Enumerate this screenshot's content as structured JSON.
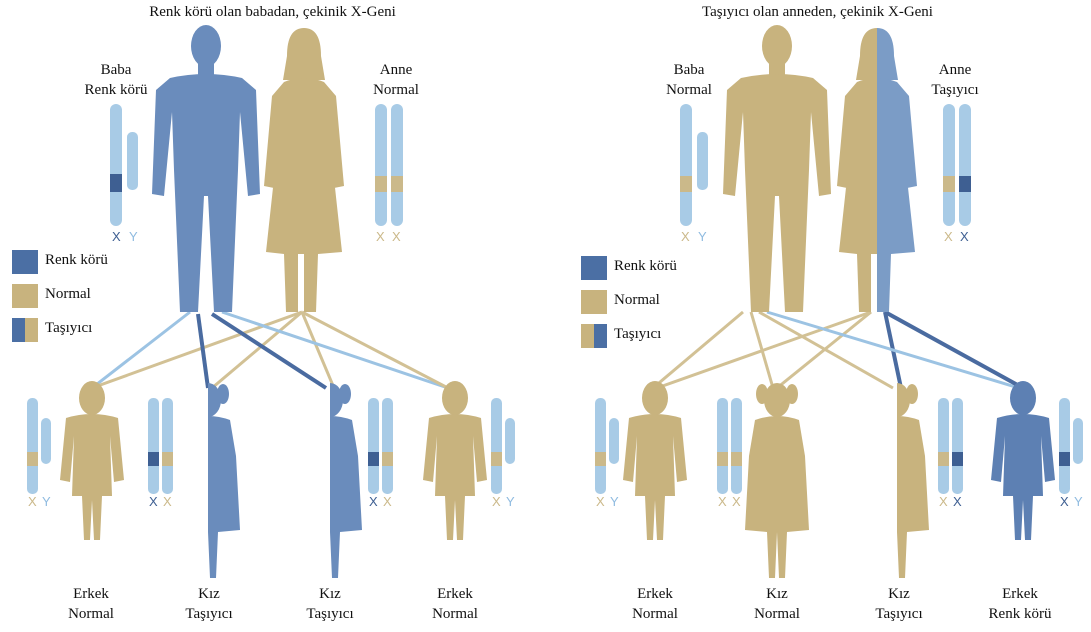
{
  "colors": {
    "affected": "#4b6fa4",
    "affected_mid": "#6689b8",
    "normal": "#c8b37e",
    "chromosome": "#a8cbe6",
    "chromosome_band": "#cbb98a",
    "gene_affected": "#3e5f92",
    "line_light": "#9cc3e3",
    "line_tan": "#d2c195",
    "line_dark": "#4a6ba0"
  },
  "left_panel": {
    "title": "Renk körü olan babadan, çekinik X-Geni",
    "father": {
      "line1": "Baba",
      "line2": "Renk körü"
    },
    "mother": {
      "line1": "Anne",
      "line2": "Normal"
    },
    "legend": [
      {
        "label": "Renk körü",
        "icon": "affected-swatch"
      },
      {
        "label": "Normal",
        "icon": "normal-swatch"
      },
      {
        "label": "Taşıyıcı",
        "icon": "carrier-swatch"
      }
    ],
    "children": [
      {
        "line1": "Erkek",
        "line2": "Normal"
      },
      {
        "line1": "Kız",
        "line2": "Taşıyıcı"
      },
      {
        "line1": "Kız",
        "line2": "Taşıyıcı"
      },
      {
        "line1": "Erkek",
        "line2": "Normal"
      }
    ]
  },
  "right_panel": {
    "title": "Taşıyıcı olan anneden, çekinik X-Geni",
    "father": {
      "line1": "Baba",
      "line2": "Normal"
    },
    "mother": {
      "line1": "Anne",
      "line2": "Taşıyıcı"
    },
    "legend": [
      {
        "label": "Renk körü",
        "icon": "affected-swatch"
      },
      {
        "label": "Normal",
        "icon": "normal-swatch"
      },
      {
        "label": "Taşıyıcı",
        "icon": "carrier-swatch"
      }
    ],
    "children": [
      {
        "line1": "Erkek",
        "line2": "Normal"
      },
      {
        "line1": "Kız",
        "line2": "Normal"
      },
      {
        "line1": "Kız",
        "line2": "Taşıyıcı"
      },
      {
        "line1": "Erkek",
        "line2": "Renk körü"
      }
    ]
  },
  "chromosome_letters": {
    "x": "X",
    "y": "Y"
  }
}
